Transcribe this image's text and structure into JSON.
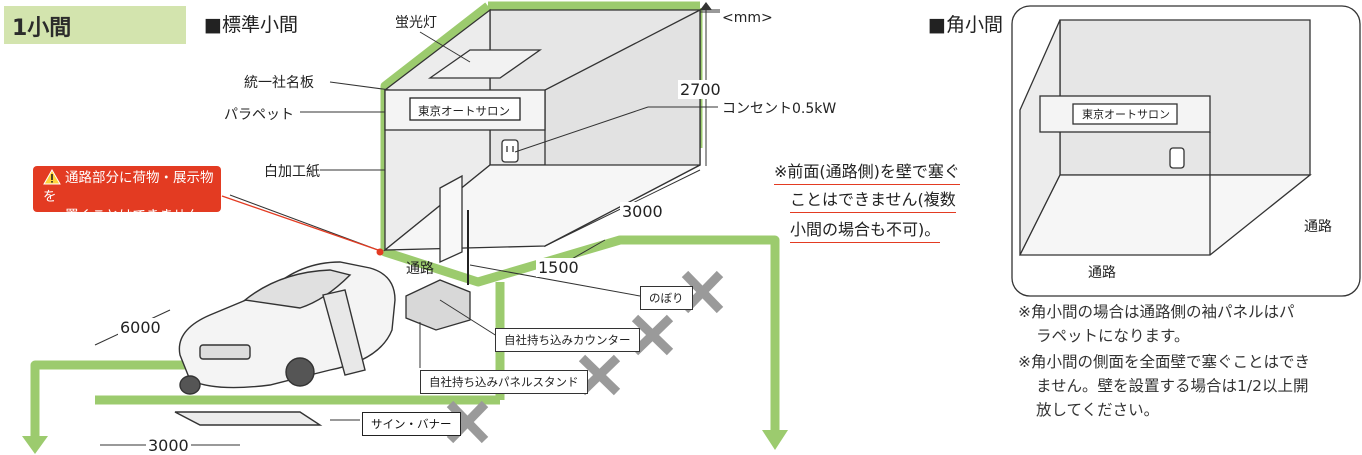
{
  "header": {
    "section_title": "1小間",
    "standard_title": "■標準小間",
    "corner_title": "■角小間",
    "unit": "<mm>"
  },
  "labels": {
    "fluorescent": "蛍光灯",
    "company_plate": "統一社名板",
    "parapet": "パラペット",
    "white_paper": "白加工紙",
    "outlet": "コンセント0.5kW",
    "aisle": "通路",
    "banner_flag": "のぼり",
    "counter": "自社持ち込みカウンター",
    "panel_stand": "自社持ち込みパネルスタンド",
    "sign_banner": "サイン・バナー"
  },
  "sign_text": "東京オートサロン",
  "dimensions": {
    "height": "2700",
    "depth": "3000",
    "depth_half": "1500",
    "aisle_length": "6000",
    "aisle_width": "3000"
  },
  "warning": {
    "line1": "通路部分に荷物・展示物を",
    "line2": "置くことはできません"
  },
  "front_note": {
    "line1": "※前面(通路側)を壁で塞ぐ",
    "line2": "ことはできません(複数",
    "line3": "小間の場合も不可)。"
  },
  "corner": {
    "sign_text": "東京オートサロン",
    "aisle_right": "通路",
    "aisle_bottom": "通路",
    "note1_line1": "※角小間の場合は通路側の袖パネルはパ",
    "note1_line2": "ラペットになります。",
    "note2_line1": "※角小間の側面を全面壁で塞ぐことはでき",
    "note2_line2": "ません。壁を設置する場合は1/2以上開",
    "note2_line3": "放してください。"
  },
  "colors": {
    "green_path": "#9ccb6e",
    "title_bg": "#d3e4ae",
    "warning_red": "#e33b22",
    "cross_gray": "#9a9a9a",
    "panel_gray": "#e6e6e6"
  }
}
